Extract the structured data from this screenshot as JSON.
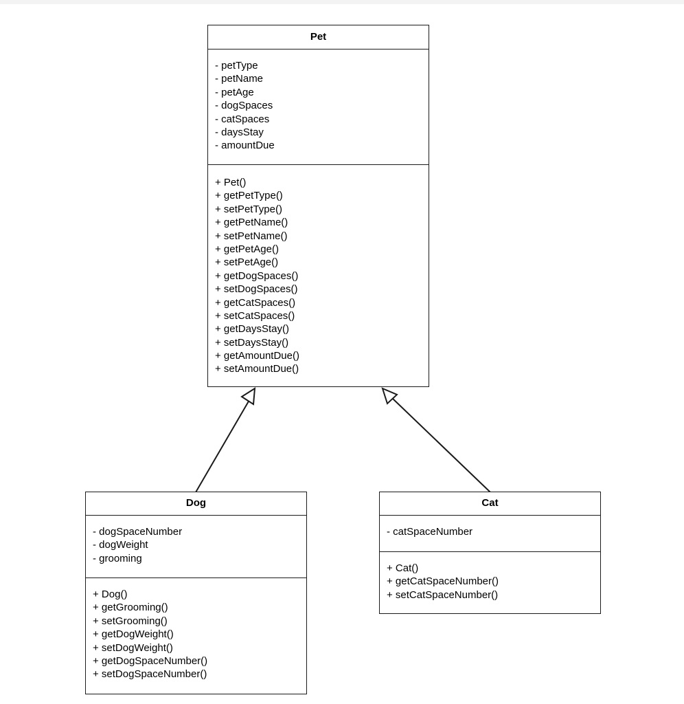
{
  "classes": {
    "pet": {
      "name": "Pet",
      "attributes": [
        "- petType",
        "- petName",
        "- petAge",
        "- dogSpaces",
        "- catSpaces",
        "- daysStay",
        "- amountDue"
      ],
      "methods": [
        "+ Pet()",
        "+ getPetType()",
        "+ setPetType()",
        "+ getPetName()",
        "+ setPetName()",
        "+ getPetAge()",
        "+ setPetAge()",
        "+ getDogSpaces()",
        "+ setDogSpaces()",
        "+ getCatSpaces()",
        "+ setCatSpaces()",
        "+ getDaysStay()",
        "+ setDaysStay()",
        "+ getAmountDue()",
        "+ setAmountDue()"
      ]
    },
    "dog": {
      "name": "Dog",
      "attributes": [
        "- dogSpaceNumber",
        "- dogWeight",
        "- grooming"
      ],
      "methods": [
        "+ Dog()",
        "+ getGrooming()",
        "+ setGrooming()",
        "+ getDogWeight()",
        "+ setDogWeight()",
        "+ getDogSpaceNumber()",
        "+ setDogSpaceNumber()"
      ]
    },
    "cat": {
      "name": "Cat",
      "attributes": [
        "- catSpaceNumber"
      ],
      "methods": [
        "+ Cat()",
        "+ getCatSpaceNumber()",
        "+ setCatSpaceNumber()"
      ]
    }
  },
  "relationships": [
    {
      "type": "generalization",
      "from": "dog",
      "to": "pet"
    },
    {
      "type": "generalization",
      "from": "cat",
      "to": "pet"
    }
  ]
}
